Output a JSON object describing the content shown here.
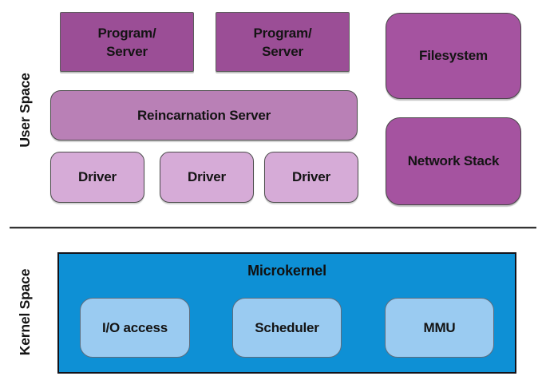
{
  "labels": {
    "user_space": "User Space",
    "kernel_space": "Kernel Space"
  },
  "nodes": {
    "program_server_1": "Program/\nServer",
    "program_server_2": "Program/\nServer",
    "filesystem": "Filesystem",
    "reincarnation_server": "Reincarnation Server",
    "network_stack": "Network Stack",
    "driver_1": "Driver",
    "driver_2": "Driver",
    "driver_3": "Driver",
    "microkernel": "Microkernel",
    "io_access": "I/O access",
    "scheduler": "Scheduler",
    "mmu": "MMU"
  },
  "colors": {
    "program_server": "#9b4e96",
    "filesystem_network": "#a553a0",
    "reincarnation": "#b980b6",
    "driver": "#d6abd7",
    "microkernel": "#0e90d5",
    "kernel_inner": "#9acbf1"
  }
}
